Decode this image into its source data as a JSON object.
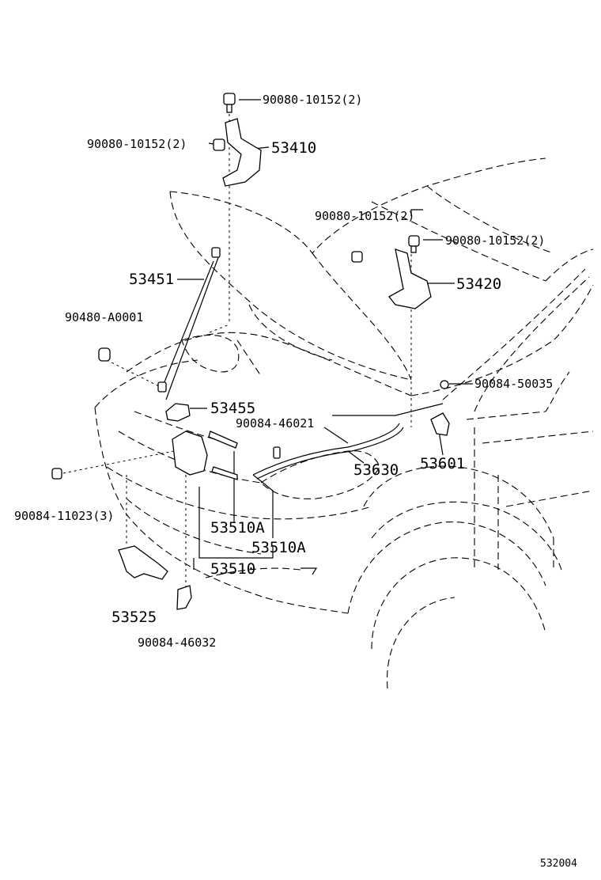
{
  "diagram": {
    "labels": {
      "p_90080_10152_top": "90080-10152(2)",
      "p_90080_10152_left": "90080-10152(2)",
      "p_53410": "53410",
      "p_90080_10152_mid": "90080-10152(2)",
      "p_90080_10152_right": "90080-10152(2)",
      "p_53451": "53451",
      "p_53420": "53420",
      "p_90480_A0001": "90480-A0001",
      "p_90084_50035": "90084-50035",
      "p_53455": "53455",
      "p_90084_46021": "90084-46021",
      "p_53630": "53630",
      "p_53601": "53601",
      "p_90084_11023": "90084-11023(3)",
      "p_53510A_1": "53510A",
      "p_53510A_2": "53510A",
      "p_53510": "53510",
      "p_53525": "53525",
      "p_90084_46032": "90084-46032"
    },
    "figure_code": "532004"
  }
}
